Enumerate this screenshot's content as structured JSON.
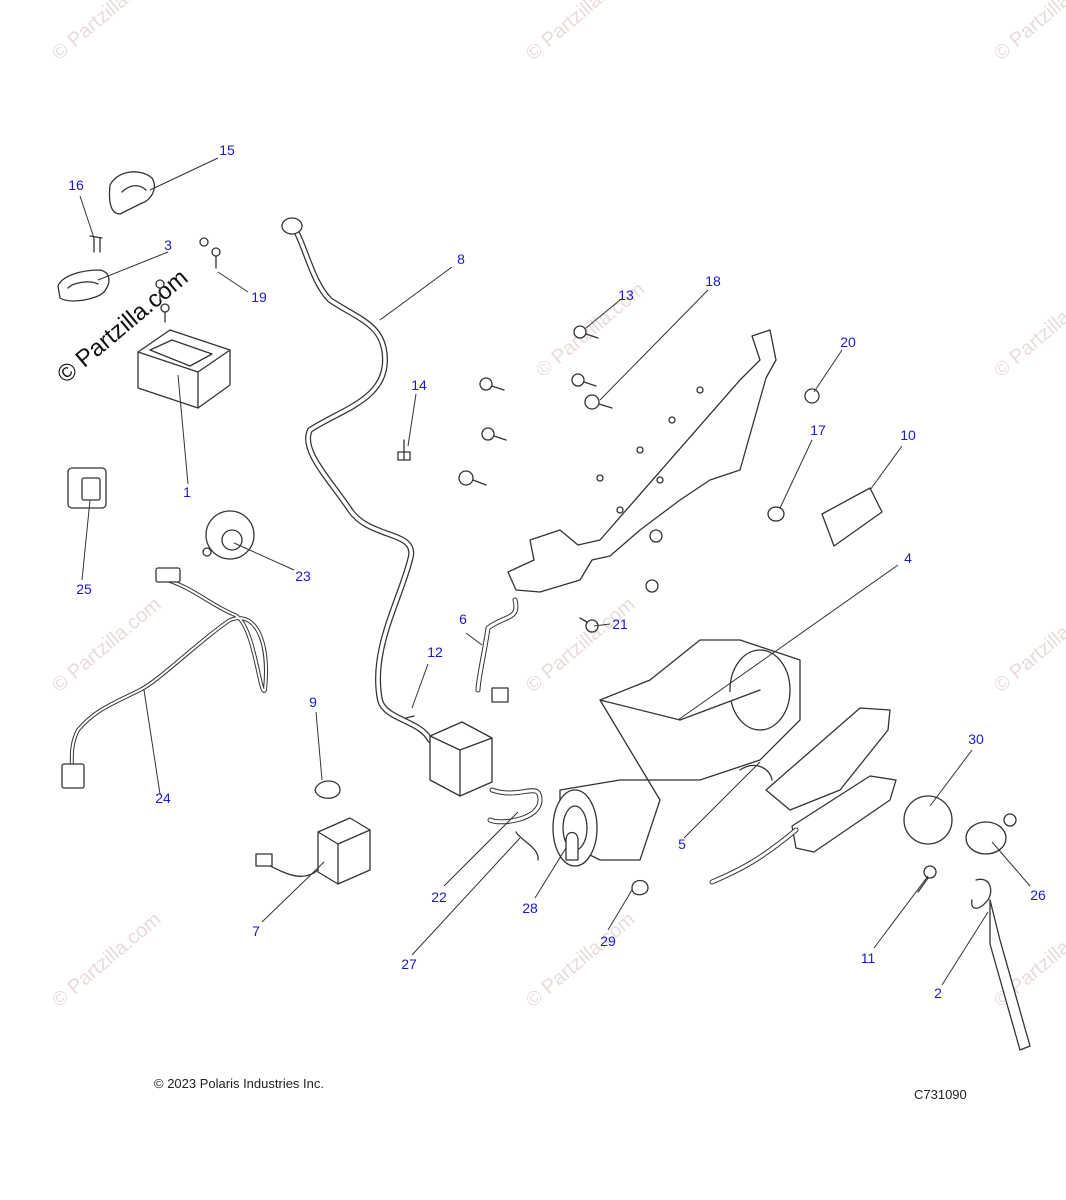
{
  "watermark": {
    "text": "© Partzilla.com",
    "strong_text": "© Partzilla.com"
  },
  "footer": {
    "copyright": "© 2023 Polaris Industries Inc.",
    "diagram_code": "C731090"
  },
  "callouts": [
    {
      "id": "c1",
      "label": "1"
    },
    {
      "id": "c2",
      "label": "2"
    },
    {
      "id": "c3",
      "label": "3"
    },
    {
      "id": "c4",
      "label": "4"
    },
    {
      "id": "c5",
      "label": "5"
    },
    {
      "id": "c6",
      "label": "6"
    },
    {
      "id": "c7",
      "label": "7"
    },
    {
      "id": "c8",
      "label": "8"
    },
    {
      "id": "c9",
      "label": "9"
    },
    {
      "id": "c10",
      "label": "10"
    },
    {
      "id": "c11",
      "label": "11"
    },
    {
      "id": "c12",
      "label": "12"
    },
    {
      "id": "c13",
      "label": "13"
    },
    {
      "id": "c14",
      "label": "14"
    },
    {
      "id": "c15",
      "label": "15"
    },
    {
      "id": "c16",
      "label": "16"
    },
    {
      "id": "c17",
      "label": "17"
    },
    {
      "id": "c18",
      "label": "18"
    },
    {
      "id": "c19",
      "label": "19"
    },
    {
      "id": "c20",
      "label": "20"
    },
    {
      "id": "c21",
      "label": "21"
    },
    {
      "id": "c22",
      "label": "22"
    },
    {
      "id": "c23",
      "label": "23"
    },
    {
      "id": "c24",
      "label": "24"
    },
    {
      "id": "c25",
      "label": "25"
    },
    {
      "id": "c26",
      "label": "26"
    },
    {
      "id": "c27",
      "label": "27"
    },
    {
      "id": "c28",
      "label": "28"
    },
    {
      "id": "c29",
      "label": "29"
    },
    {
      "id": "c30",
      "label": "30"
    }
  ],
  "colors": {
    "callout": "#1a1acc",
    "line": "#333333",
    "part_stroke": "#333333",
    "part_fill": "#ffffff",
    "watermark": "#d9bcbc"
  }
}
